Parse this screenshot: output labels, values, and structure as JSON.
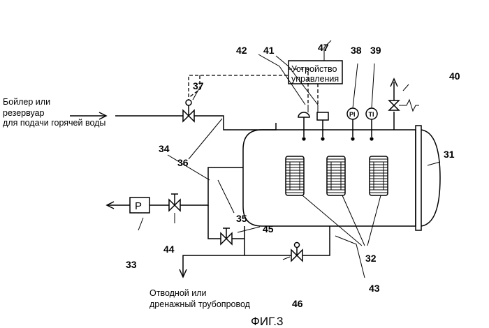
{
  "texts": {
    "source": [
      "Бойлер или",
      " резервуар",
      "для подачи горячей воды"
    ],
    "controller": [
      "Устройство",
      "управления"
    ],
    "drain": [
      "Отводной или",
      "дренажный трубопровод"
    ],
    "caption": "ФИГ.3",
    "pump": "P",
    "gauge_pi": "PI",
    "gauge_ti": "TI"
  },
  "refs": {
    "r31": "31",
    "r32": "32",
    "r33": "33",
    "r34": "34",
    "r35": "35",
    "r36": "36",
    "r37": "37",
    "r38": "38",
    "r39": "39",
    "r40": "40",
    "r41": "41",
    "r42": "42",
    "r43": "43",
    "r44": "44",
    "r45": "45",
    "r46": "46",
    "r47": "47"
  }
}
